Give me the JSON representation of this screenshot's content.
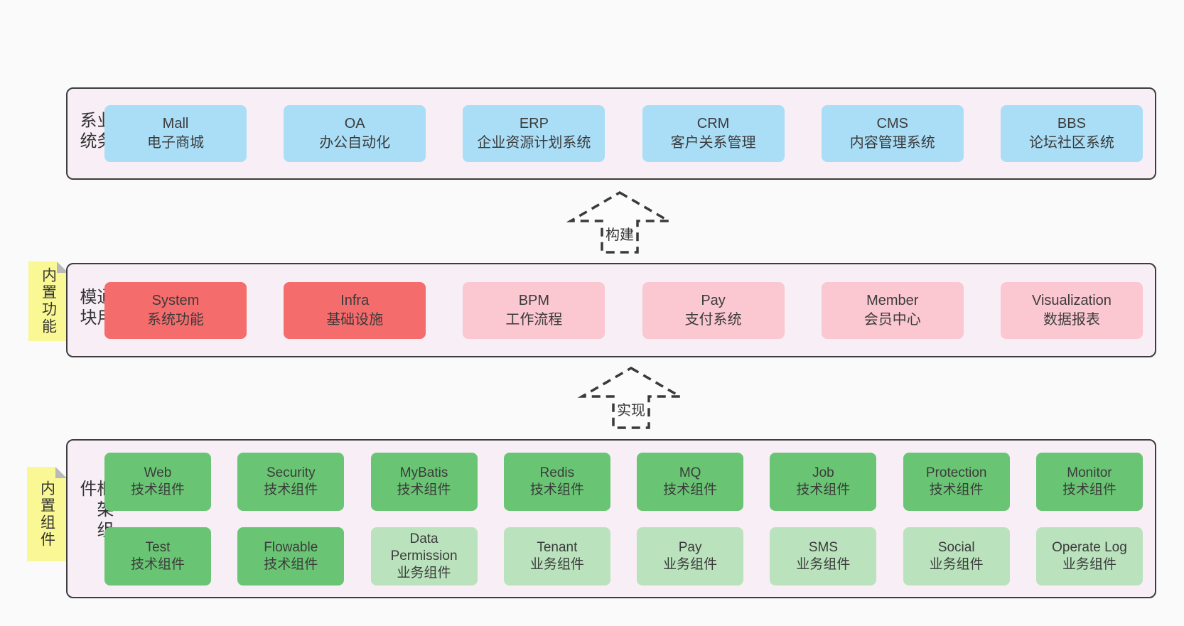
{
  "diagram": {
    "title": "layered-architecture",
    "colors": {
      "page_bg": "#fafafa",
      "band_bg": "#f8eef5",
      "band_border": "#3d3d3d",
      "blue": "#aadef7",
      "red": "#f56c6c",
      "pink": "#fbc7d1",
      "green": "#69c573",
      "lightgreen": "#bae3bd",
      "note_bg": "#f9f894",
      "note_fold": "#b9b9b9",
      "text": "#3b3b3b",
      "arrow": "#3a3a3a"
    },
    "arrows": [
      {
        "label": "构建"
      },
      {
        "label": "实现"
      }
    ],
    "bands": [
      {
        "label": "业务系统",
        "note": null,
        "rows": [
          {
            "items": [
              {
                "name": "Mall",
                "subtitle": "电子商城",
                "variant": "blue"
              },
              {
                "name": "OA",
                "subtitle": "办公自动化",
                "variant": "blue"
              },
              {
                "name": "ERP",
                "subtitle": "企业资源计划系统",
                "variant": "blue"
              },
              {
                "name": "CRM",
                "subtitle": "客户关系管理",
                "variant": "blue"
              },
              {
                "name": "CMS",
                "subtitle": "内容管理系统",
                "variant": "blue"
              },
              {
                "name": "BBS",
                "subtitle": "论坛社区系统",
                "variant": "blue"
              }
            ]
          }
        ]
      },
      {
        "label": "通用模块",
        "note": "内置功能",
        "rows": [
          {
            "items": [
              {
                "name": "System",
                "subtitle": "系统功能",
                "variant": "red"
              },
              {
                "name": "Infra",
                "subtitle": "基础设施",
                "variant": "red"
              },
              {
                "name": "BPM",
                "subtitle": "工作流程",
                "variant": "pink"
              },
              {
                "name": "Pay",
                "subtitle": "支付系统",
                "variant": "pink"
              },
              {
                "name": "Member",
                "subtitle": "会员中心",
                "variant": "pink"
              },
              {
                "name": "Visualization",
                "subtitle": "数据报表",
                "variant": "pink"
              }
            ]
          }
        ]
      },
      {
        "label": "框架组件",
        "note": "内置组件",
        "rows": [
          {
            "items": [
              {
                "name": "Web",
                "subtitle": "技术组件",
                "variant": "green"
              },
              {
                "name": "Security",
                "subtitle": "技术组件",
                "variant": "green"
              },
              {
                "name": "MyBatis",
                "subtitle": "技术组件",
                "variant": "green"
              },
              {
                "name": "Redis",
                "subtitle": "技术组件",
                "variant": "green"
              },
              {
                "name": "MQ",
                "subtitle": "技术组件",
                "variant": "green"
              },
              {
                "name": "Job",
                "subtitle": "技术组件",
                "variant": "green"
              },
              {
                "name": "Protection",
                "subtitle": "技术组件",
                "variant": "green"
              },
              {
                "name": "Monitor",
                "subtitle": "技术组件",
                "variant": "green"
              }
            ]
          },
          {
            "items": [
              {
                "name": "Test",
                "subtitle": "技术组件",
                "variant": "green"
              },
              {
                "name": "Flowable",
                "subtitle": "技术组件",
                "variant": "green"
              },
              {
                "name": "Data Permission",
                "subtitle": "业务组件",
                "variant": "lightgreen"
              },
              {
                "name": "Tenant",
                "subtitle": "业务组件",
                "variant": "lightgreen"
              },
              {
                "name": "Pay",
                "subtitle": "业务组件",
                "variant": "lightgreen"
              },
              {
                "name": "SMS",
                "subtitle": "业务组件",
                "variant": "lightgreen"
              },
              {
                "name": "Social",
                "subtitle": "业务组件",
                "variant": "lightgreen"
              },
              {
                "name": "Operate Log",
                "subtitle": "业务组件",
                "variant": "lightgreen"
              }
            ]
          }
        ]
      }
    ]
  }
}
